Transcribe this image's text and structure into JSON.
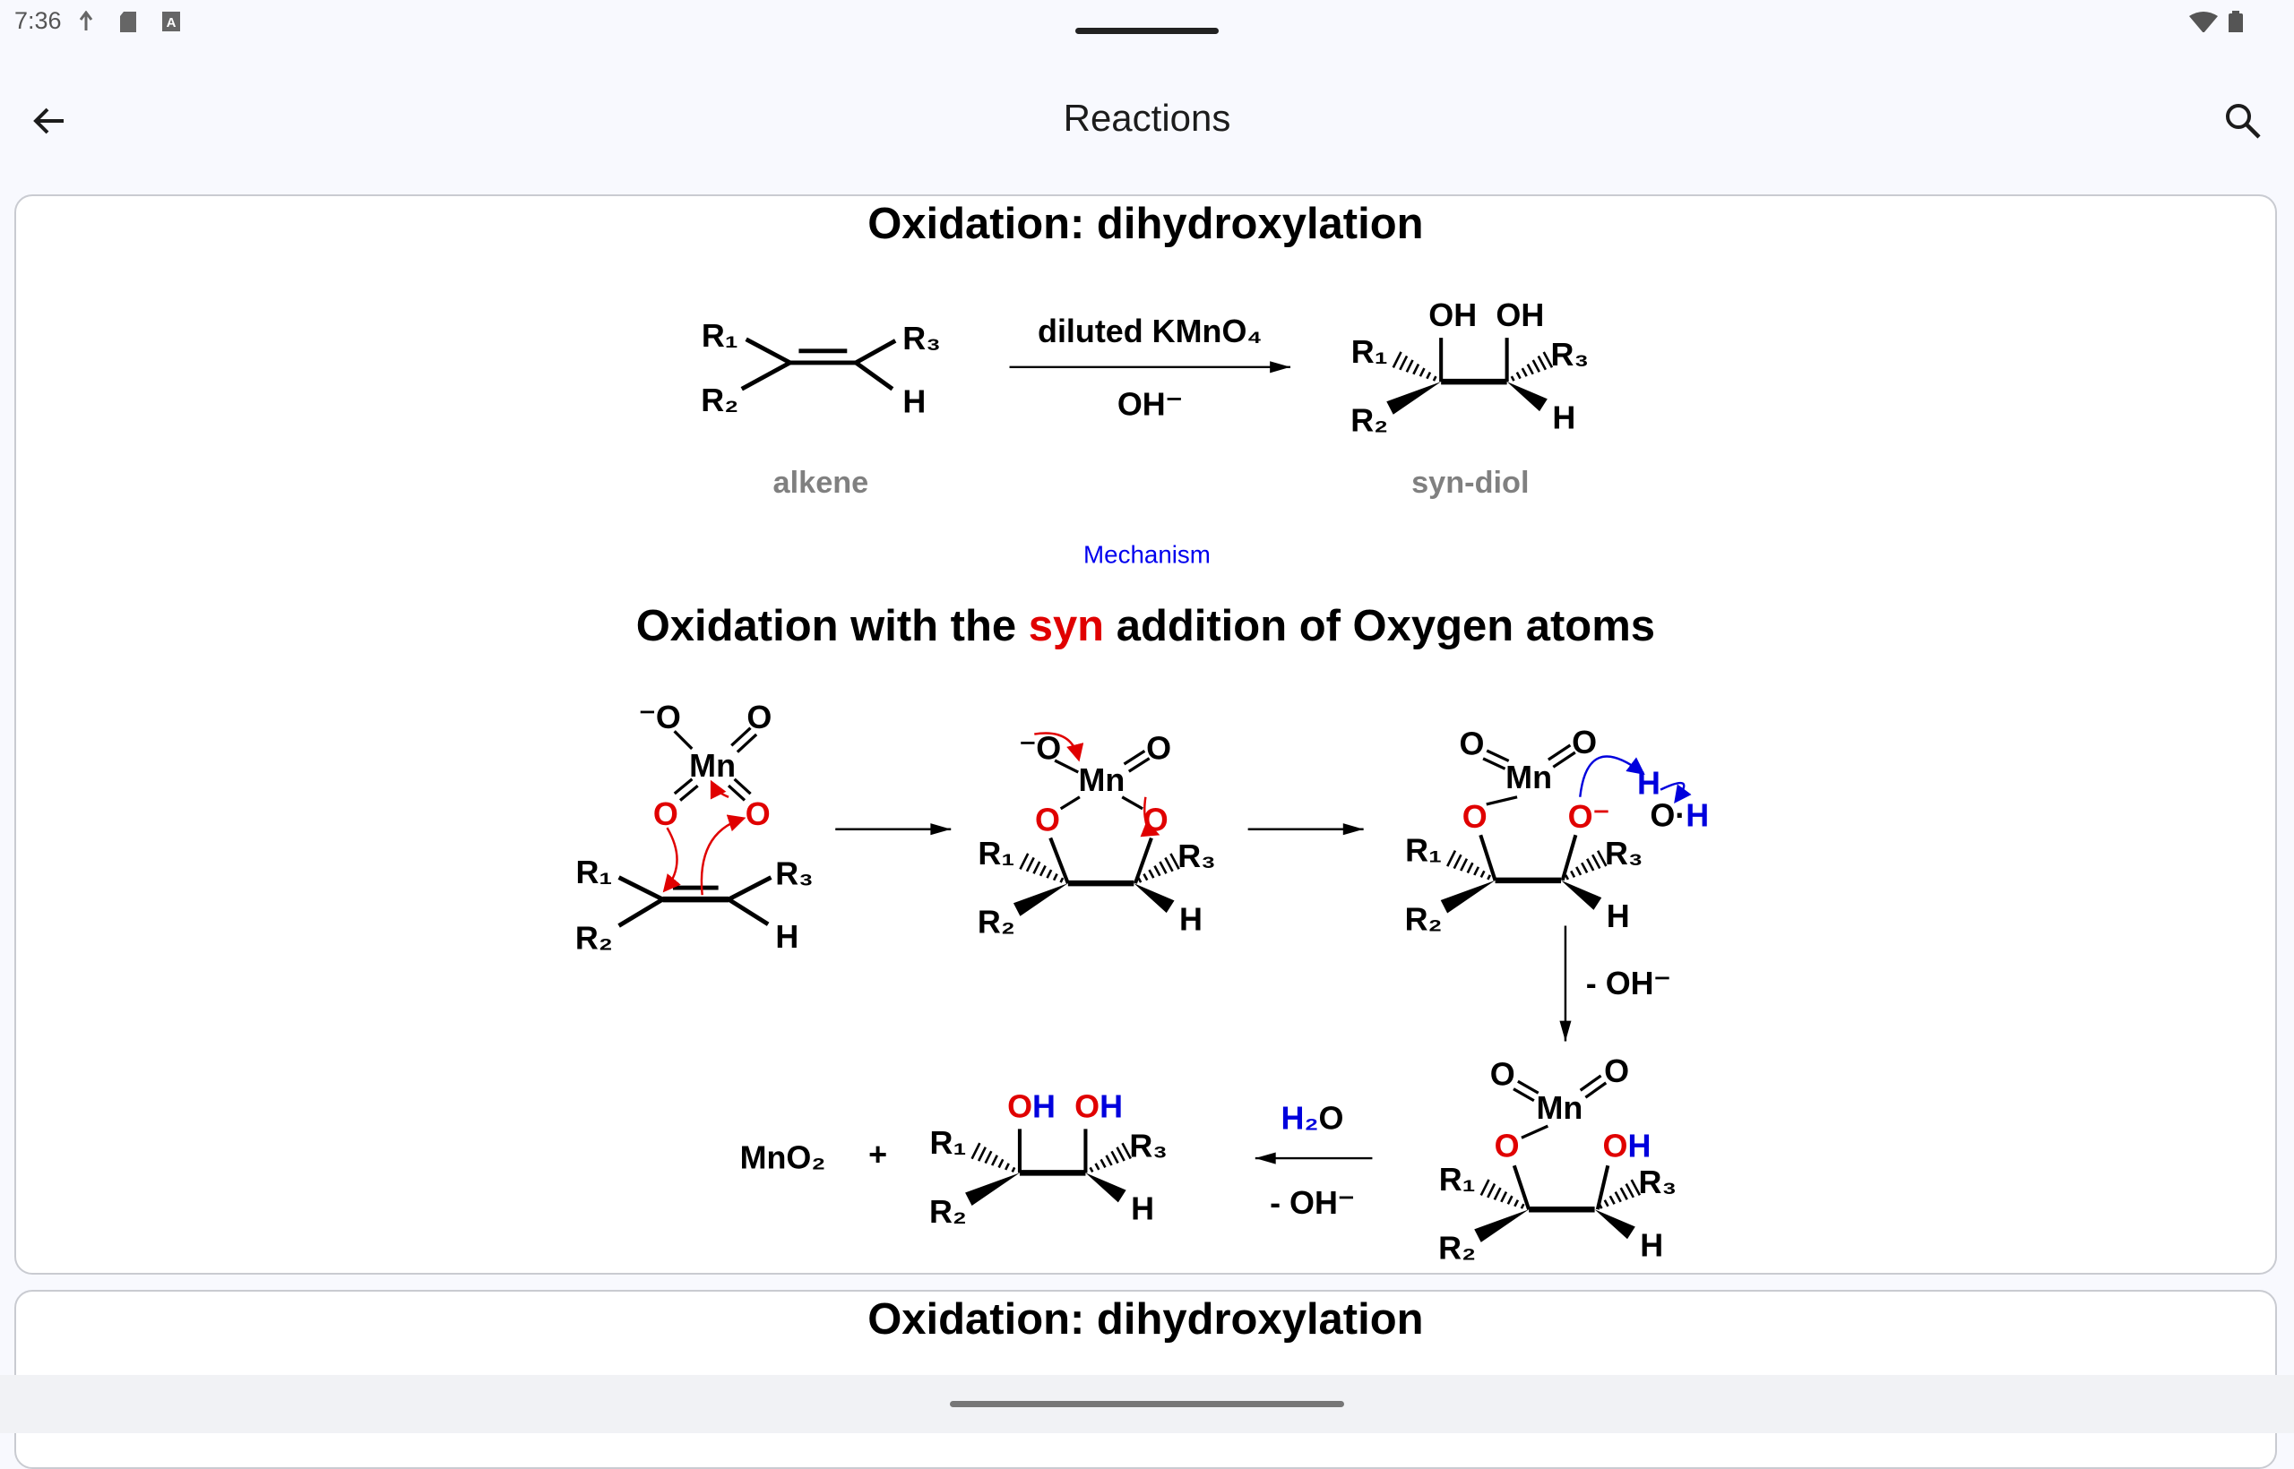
{
  "status_bar": {
    "time": "7:36"
  },
  "app_bar": {
    "title": "Reactions"
  },
  "icons": {
    "back": "arrow-back-icon",
    "search": "search-icon"
  },
  "colors": {
    "red": "#e00000",
    "blue": "#0000dd",
    "gray_label": "#808080",
    "link": "#0000ee"
  },
  "card1": {
    "title": "Oxidation: dihydroxylation",
    "reaction": {
      "reagent": "diluted KMnO₄",
      "condition": "OH⁻",
      "reactant_label": "alkene",
      "product_label": "syn-diol"
    },
    "mechanism_link": "Mechanism",
    "mechanism_title": {
      "pre": "Oxidation with the ",
      "emphasis": "syn",
      "post": " addition of Oxygen atoms"
    },
    "atoms": {
      "r1": "R₁",
      "r2": "R₂",
      "r3": "R₃",
      "h": "H",
      "oh": "OH",
      "o": "O",
      "o_minus_left": "⁻O",
      "o_minus_right": "O⁻",
      "mn": "Mn",
      "o_dot": "O·",
      "h2": "H₂"
    },
    "steps": {
      "minus_oh": "- OH⁻",
      "mno2": "MnO₂",
      "plus": "+"
    }
  },
  "card2": {
    "title": "Oxidation: dihydroxylation"
  }
}
